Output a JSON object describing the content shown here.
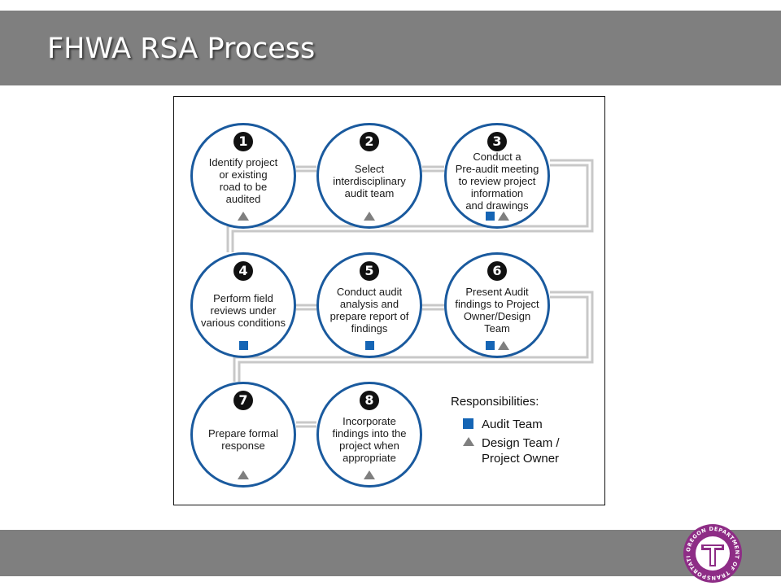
{
  "slide": {
    "title": "FHWA RSA Process"
  },
  "diagram": {
    "steps": [
      {
        "number": "1",
        "text": "Identify project\nor existing\nroad to be\naudited",
        "marks": [
          "triangle"
        ]
      },
      {
        "number": "2",
        "text": "Select\ninterdisciplinary\naudit team",
        "marks": [
          "triangle"
        ]
      },
      {
        "number": "3",
        "text": "Conduct a\nPre-audit meeting\nto review project\ninformation\nand drawings",
        "marks": [
          "square",
          "triangle"
        ]
      },
      {
        "number": "4",
        "text": "Perform field\nreviews under\nvarious conditions",
        "marks": [
          "square"
        ]
      },
      {
        "number": "5",
        "text": "Conduct audit\nanalysis and\nprepare report of\nfindings",
        "marks": [
          "square"
        ]
      },
      {
        "number": "6",
        "text": "Present Audit\nfindings to Project\nOwner/Design\nTeam",
        "marks": [
          "square",
          "triangle"
        ]
      },
      {
        "number": "7",
        "text": "Prepare formal\nresponse",
        "marks": [
          "triangle"
        ]
      },
      {
        "number": "8",
        "text": "Incorporate\nfindings into the\nproject when\nappropriate",
        "marks": [
          "triangle"
        ]
      }
    ],
    "legend": {
      "title": "Responsibilities:",
      "items": [
        {
          "shape": "square",
          "label": "Audit Team"
        },
        {
          "shape": "triangle",
          "label": "Design Team /\n  Project Owner"
        }
      ]
    }
  },
  "colors": {
    "bar": "#7f7f7f",
    "circle_border": "#1a5a9e",
    "audit_team": "#1565b5",
    "design_team": "#7f7f7f",
    "logo": "#8e2d86"
  },
  "logo": {
    "text": "OREGON DEPARTMENT OF TRANSPORTATION"
  }
}
